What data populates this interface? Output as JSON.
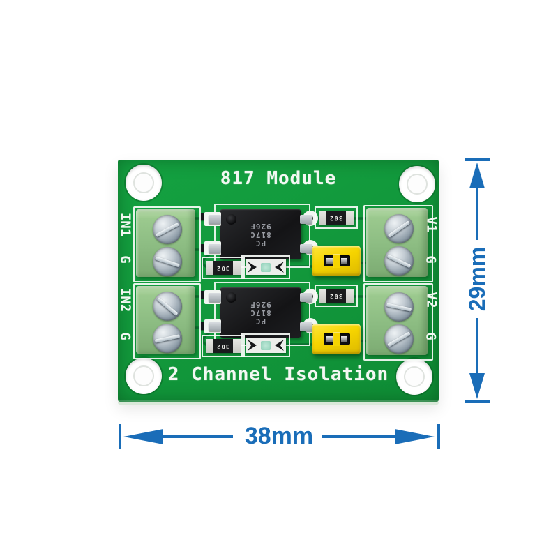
{
  "photo": {
    "background": "#ffffff"
  },
  "board": {
    "title": "817 Module",
    "subtitle": "2 Channel Isolation",
    "colors": {
      "pcb_green": "#12993c",
      "trace_green": "#0b7030",
      "silkscreen_white": "#f3f8f3",
      "terminal_green": "#8cbc82",
      "jumper_yellow": "#f6d400",
      "ic_black": "#1b1b1d",
      "dimension_blue": "#1a6db8"
    },
    "terminals": {
      "left": [
        {
          "signal": "IN1",
          "ground": "G"
        },
        {
          "signal": "IN2",
          "ground": "G"
        }
      ],
      "right": [
        {
          "signal": "V1",
          "ground": "G"
        },
        {
          "signal": "V2",
          "ground": "G"
        }
      ]
    },
    "ic_marking": {
      "line1": "PC",
      "line2": "817C",
      "line3": "926F"
    },
    "resistor_code": "302"
  },
  "dimensions": {
    "width_label": "38mm",
    "height_label": "29mm"
  }
}
